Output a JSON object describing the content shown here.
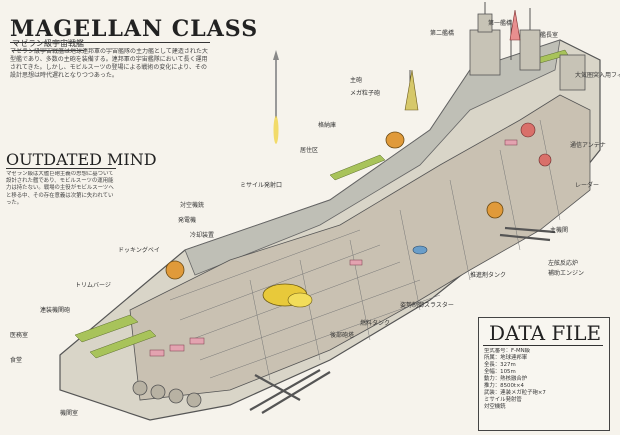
{
  "title": "MAGELLAN CLASS",
  "subtitle": "マゼラン級宇宙戦艦",
  "intro": "マゼラン級宇宙戦艦は地球連邦軍の宇宙艦隊の主力艦として建造された大型艦であり、多数の主砲を装備する。連邦軍の宇宙艦隊において長く運用されてきた。しかし、モビルスーツの登場による戦術の変化により、その設計思想は時代遅れとなりつつあった。",
  "section2_title": "OUTDATED MIND",
  "section2_text": "マゼラン級は大艦巨砲主義の思想に基づいて設計された艦であり、モビルスーツの運用能力は持たない。戦場の主役がモビルスーツへと移る中、その存在意義は次第に失われていった。",
  "datafile": {
    "title": "DATA FILE",
    "rows": [
      "型式番号：F-MN級",
      "所属：地球連邦軍",
      "全長：327m",
      "全幅：105m",
      "動力：熱核融合炉",
      "推力：8500t×4",
      "武装：連装メガ粒子砲×7",
      "ミサイル発射管",
      "対空機銃"
    ]
  },
  "callouts": [
    "第一艦橋",
    "第二艦橋",
    "艦長室",
    "大気圏突入用フィン",
    "主砲",
    "メガ粒子砲",
    "ミサイル発射口",
    "対空機銃",
    "通信アンテナ",
    "レーダー",
    "推進剤タンク",
    "主機関",
    "補助エンジン",
    "格納庫",
    "居住区",
    "発電機",
    "冷却装置",
    "左舷反応炉",
    "後部砲塔",
    "姿勢制御スラスター",
    "燃料タンク",
    "ドッキングベイ",
    "トリムバージ",
    "連装機関砲",
    "医務室",
    "食堂",
    "機関室"
  ]
}
